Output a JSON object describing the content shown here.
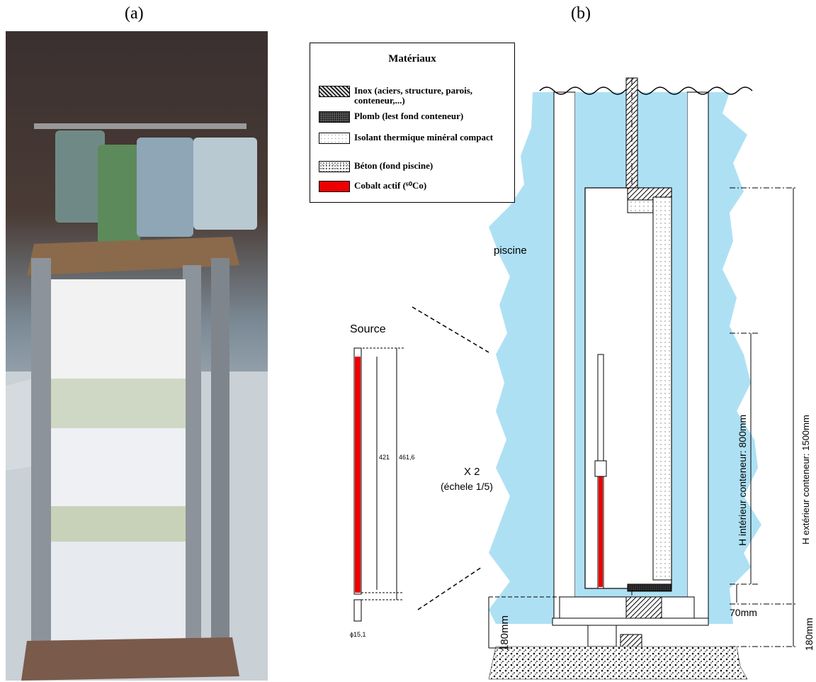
{
  "panels": {
    "a": "(a)",
    "b": "(b)"
  },
  "legend": {
    "title": "Matériaux",
    "items": [
      {
        "label": "Inox (aciers, structure, parois, conteneur,...)",
        "pattern": "diagonal-hatch"
      },
      {
        "label": "Plomb (lest fond conteneur)",
        "pattern": "dense-dots"
      },
      {
        "label": "Isolant thermique minéral compact",
        "pattern": "sparse-dots"
      },
      {
        "label": "Béton (fond piscine)",
        "pattern": "gravel"
      },
      {
        "label": "Cobalt actif (⁶⁰Co)",
        "pattern": "solid",
        "color": "#ee0000"
      }
    ]
  },
  "labels": {
    "piscine": "piscine",
    "source": "Source",
    "scale_x": "X 2",
    "scale_note": "(échele 1/5)",
    "dim_421": "421",
    "dim_461": "461,6",
    "dim_phi": "ϕ15,1",
    "dim_180_left": "180mm",
    "dim_70": "70mm",
    "dim_180_right": "180mm",
    "h_interieur": "H intérieur conteneur: 800mm",
    "h_exterieur": "H extérieur conteneur: 1500mm"
  },
  "colors": {
    "water": "#aee0f4",
    "cobalt": "#ee0000"
  }
}
